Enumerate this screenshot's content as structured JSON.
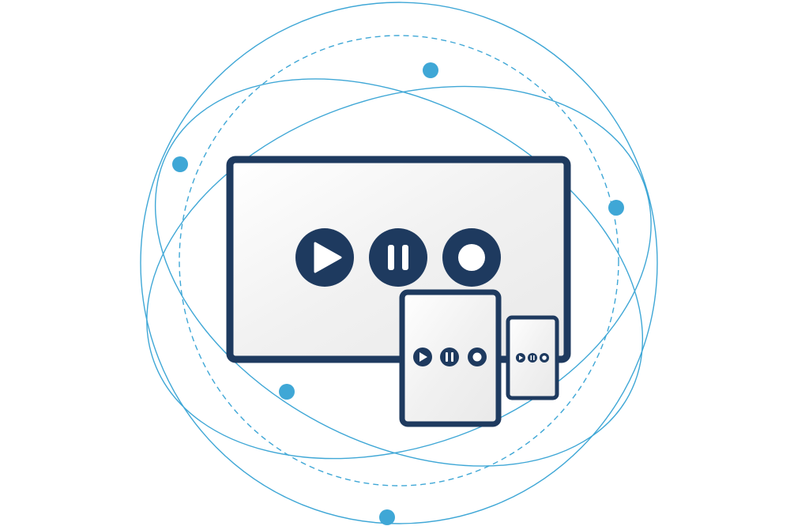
{
  "illustration": {
    "colors": {
      "navy": "#1e3a5f",
      "orbit": "#3fa7d6",
      "screen": "#f3f3f3",
      "background": "#ffffff"
    },
    "devices": [
      {
        "name": "monitor",
        "controls": [
          "play-icon",
          "pause-icon",
          "stop-icon"
        ]
      },
      {
        "name": "tablet",
        "controls": [
          "play-icon",
          "pause-icon",
          "stop-icon"
        ]
      },
      {
        "name": "phone",
        "controls": [
          "play-icon",
          "pause-icon",
          "stop-icon"
        ]
      }
    ],
    "orbit_count": 4,
    "node_count": 5
  }
}
